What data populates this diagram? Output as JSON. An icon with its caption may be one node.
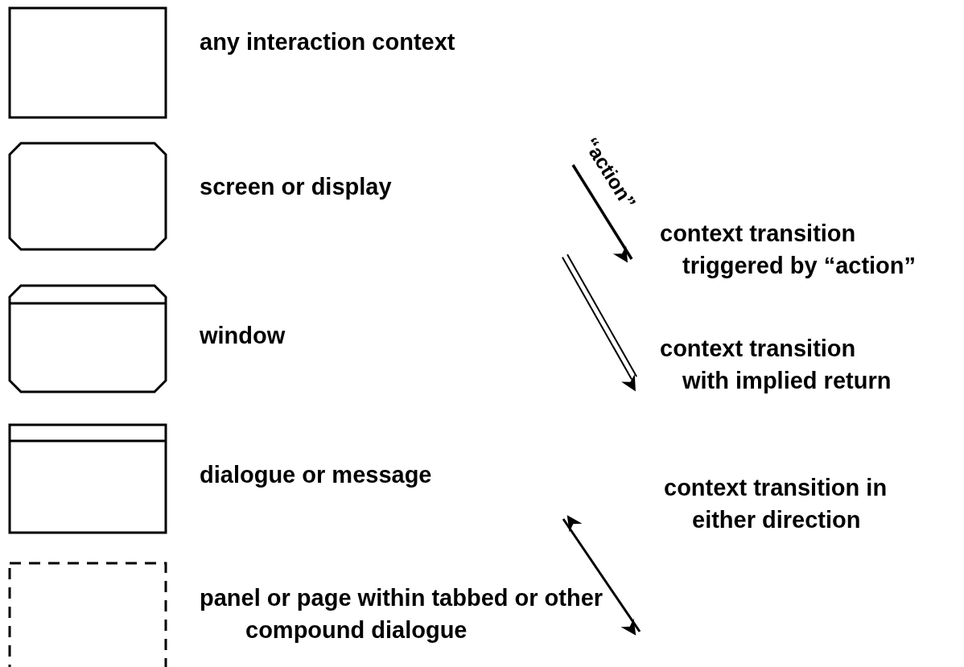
{
  "diagram": {
    "legend": [
      {
        "text": "any interaction context"
      },
      {
        "text": "screen or display"
      },
      {
        "text": "window"
      },
      {
        "text": "dialogue or message"
      },
      {
        "text": "panel or page within tabbed or other compound dialogue"
      },
      {
        "text": "context transition triggered by “action”"
      },
      {
        "text": "context transition with implied return"
      },
      {
        "text": "context transition in either direction"
      }
    ],
    "labels": [
      "“action”"
    ]
  }
}
